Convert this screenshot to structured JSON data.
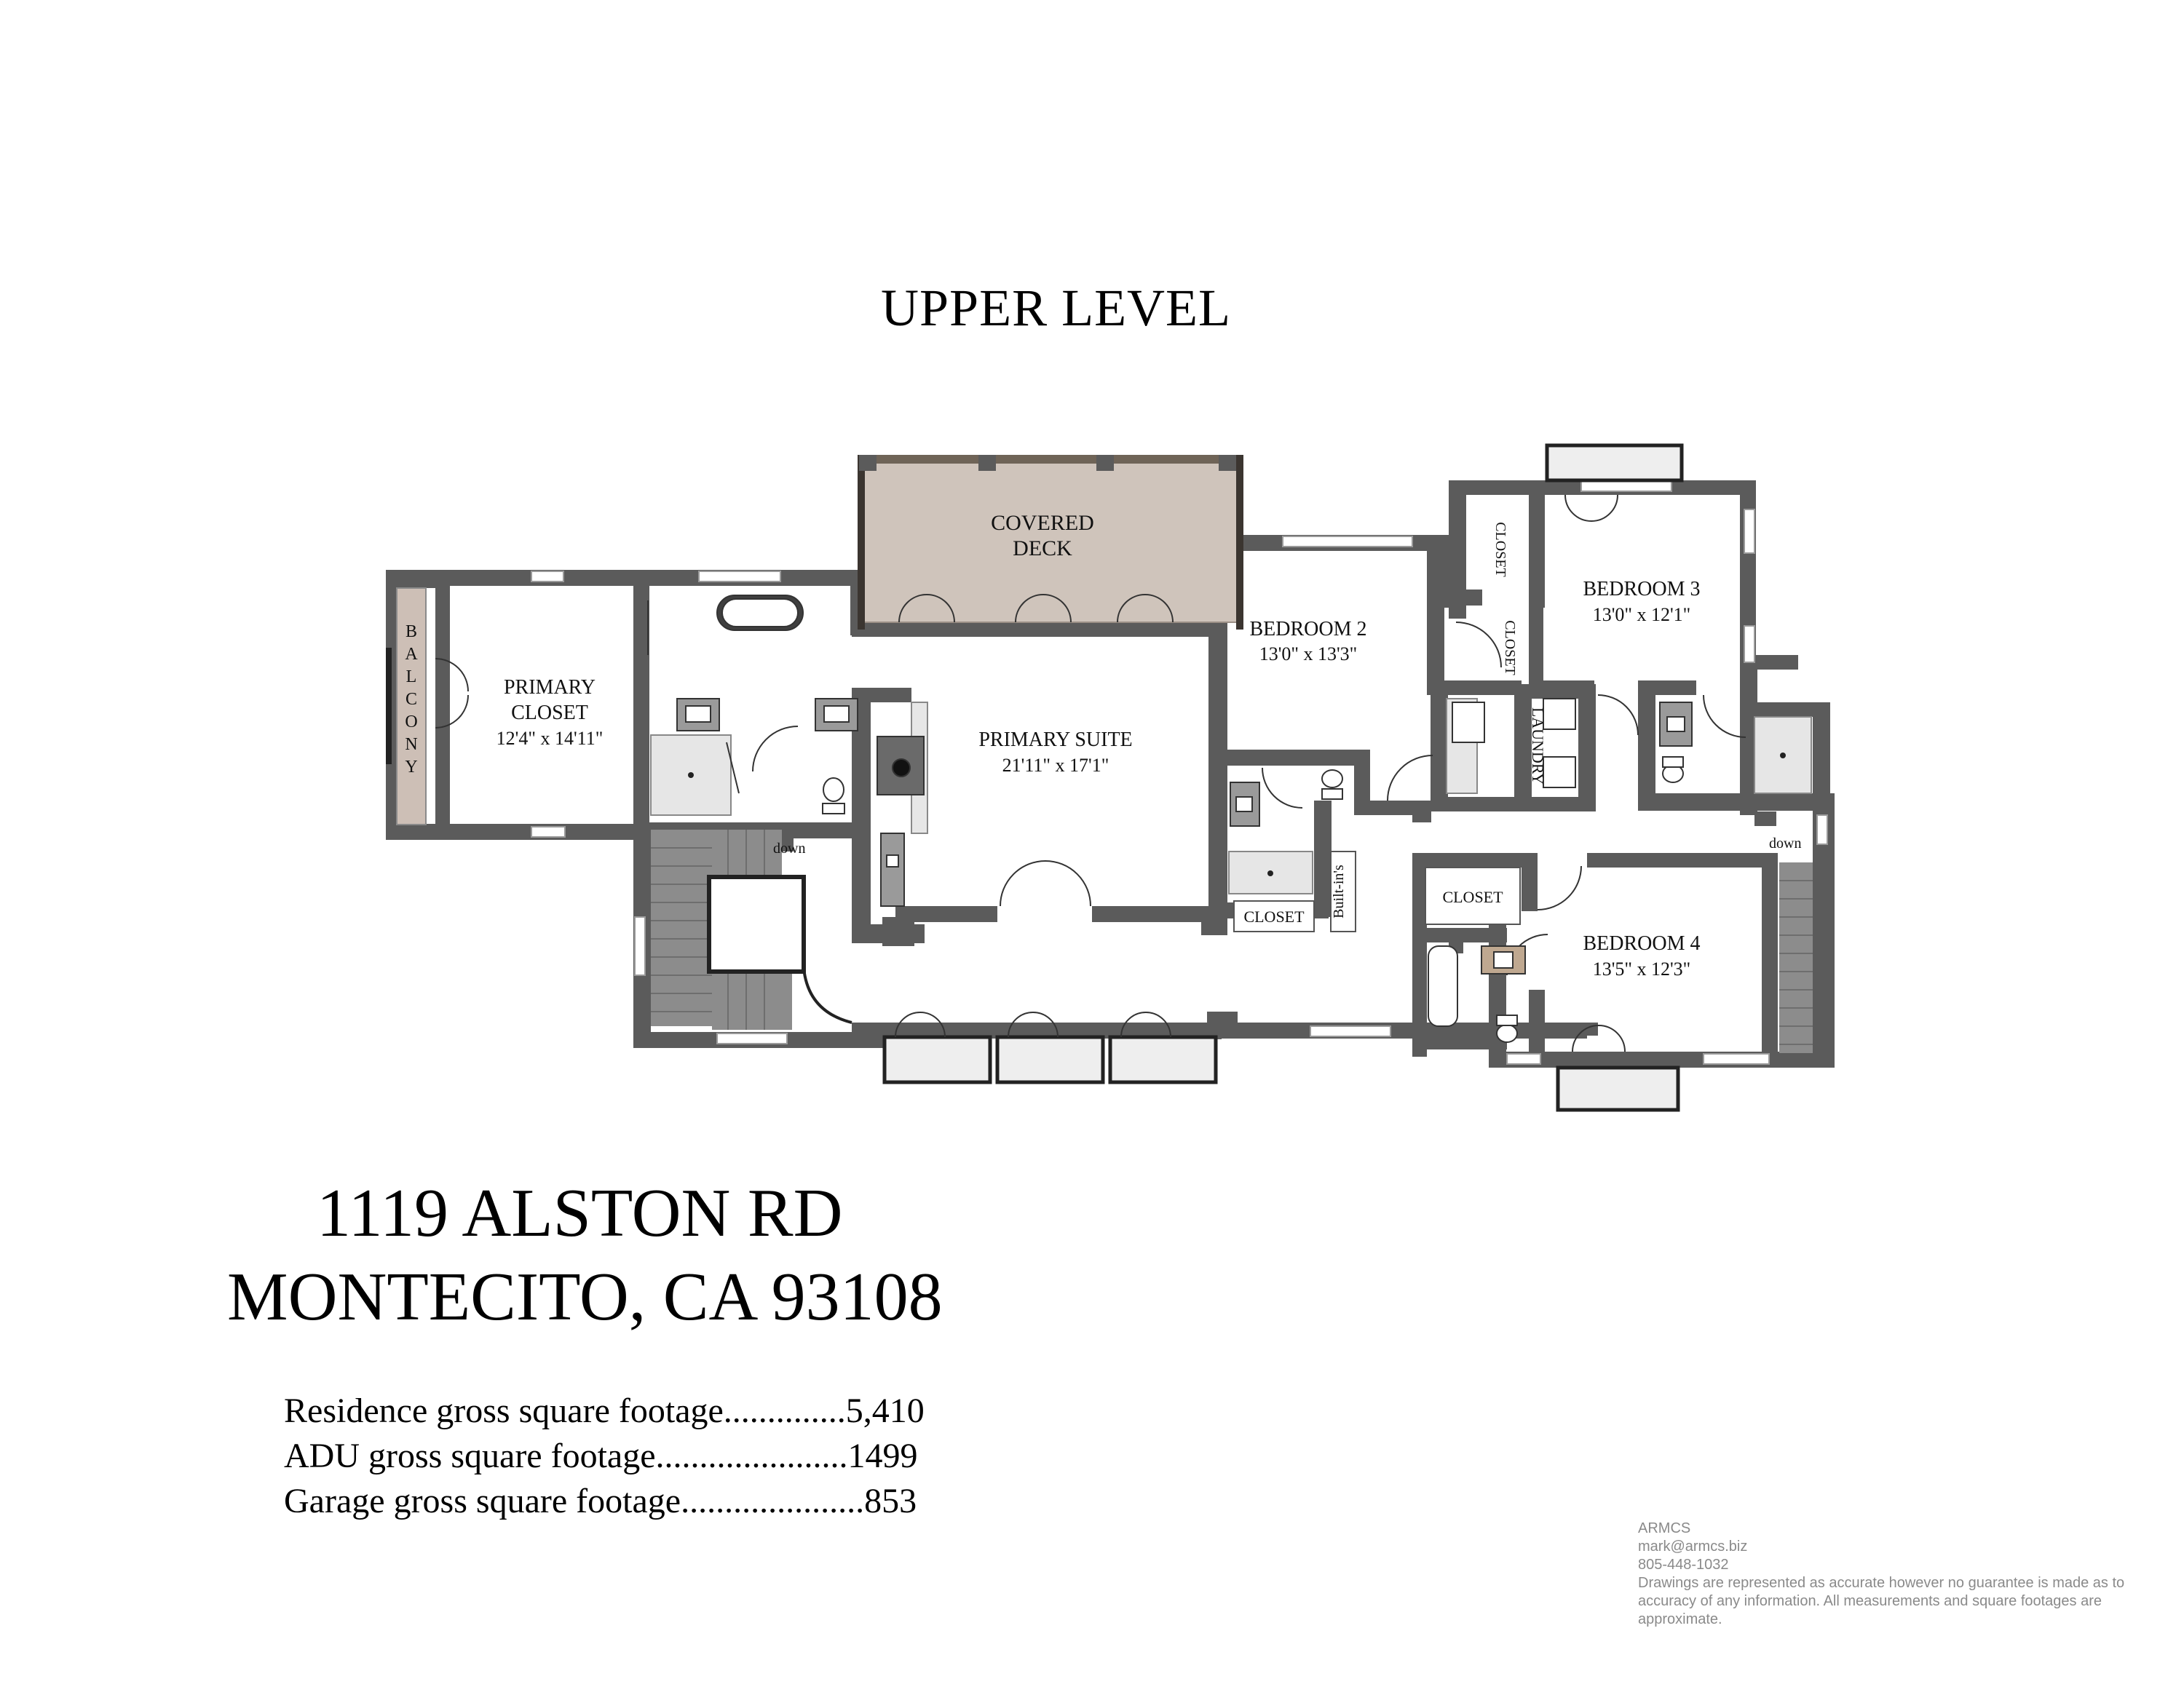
{
  "title": "UPPER LEVEL",
  "rooms": {
    "covered_deck": {
      "line1": "COVERED",
      "line2": "DECK"
    },
    "balcony": [
      "B",
      "A",
      "L",
      "C",
      "O",
      "N",
      "Y"
    ],
    "primary_closet": {
      "line1": "PRIMARY",
      "line2": "CLOSET",
      "dims": "12'4\" x 14'11\""
    },
    "primary_suite": {
      "name": "PRIMARY SUITE",
      "dims": "21'11\" x 17'1\""
    },
    "bedroom2": {
      "name": "BEDROOM 2",
      "dims": "13'0\" x 13'3\""
    },
    "bedroom3": {
      "name": "BEDROOM 3",
      "dims": "13'0\" x 12'1\""
    },
    "bedroom4": {
      "name": "BEDROOM 4",
      "dims": "13'5\" x 12'3\""
    },
    "closet_upper": "CLOSET",
    "closet_mid": "CLOSET",
    "laundry": "LAUNDRY",
    "closet_b2": "CLOSET",
    "builtins": "Built-in's",
    "closet_b4": "CLOSET",
    "down_left": "down",
    "down_right": "down"
  },
  "address": {
    "line1": "1119 ALSTON RD",
    "line2": "MONTECITO, CA 93108"
  },
  "square_footage": [
    "Residence gross square footage..............5,410",
    "ADU gross square footage......................1499",
    "Garage gross square footage.....................853"
  ],
  "credits": {
    "company": "ARMCS",
    "email": "mark@armcs.biz",
    "phone": "805-448-1032",
    "disclaimer": "Drawings are represented as accurate however no guarantee is made as to accuracy of any information. All measurements and square footages are approximate."
  },
  "colors": {
    "wall": "#5b5b5b",
    "deck": "#cfc4bb",
    "stairs": "#8c8c8c",
    "tile": "#e6e6e6"
  }
}
